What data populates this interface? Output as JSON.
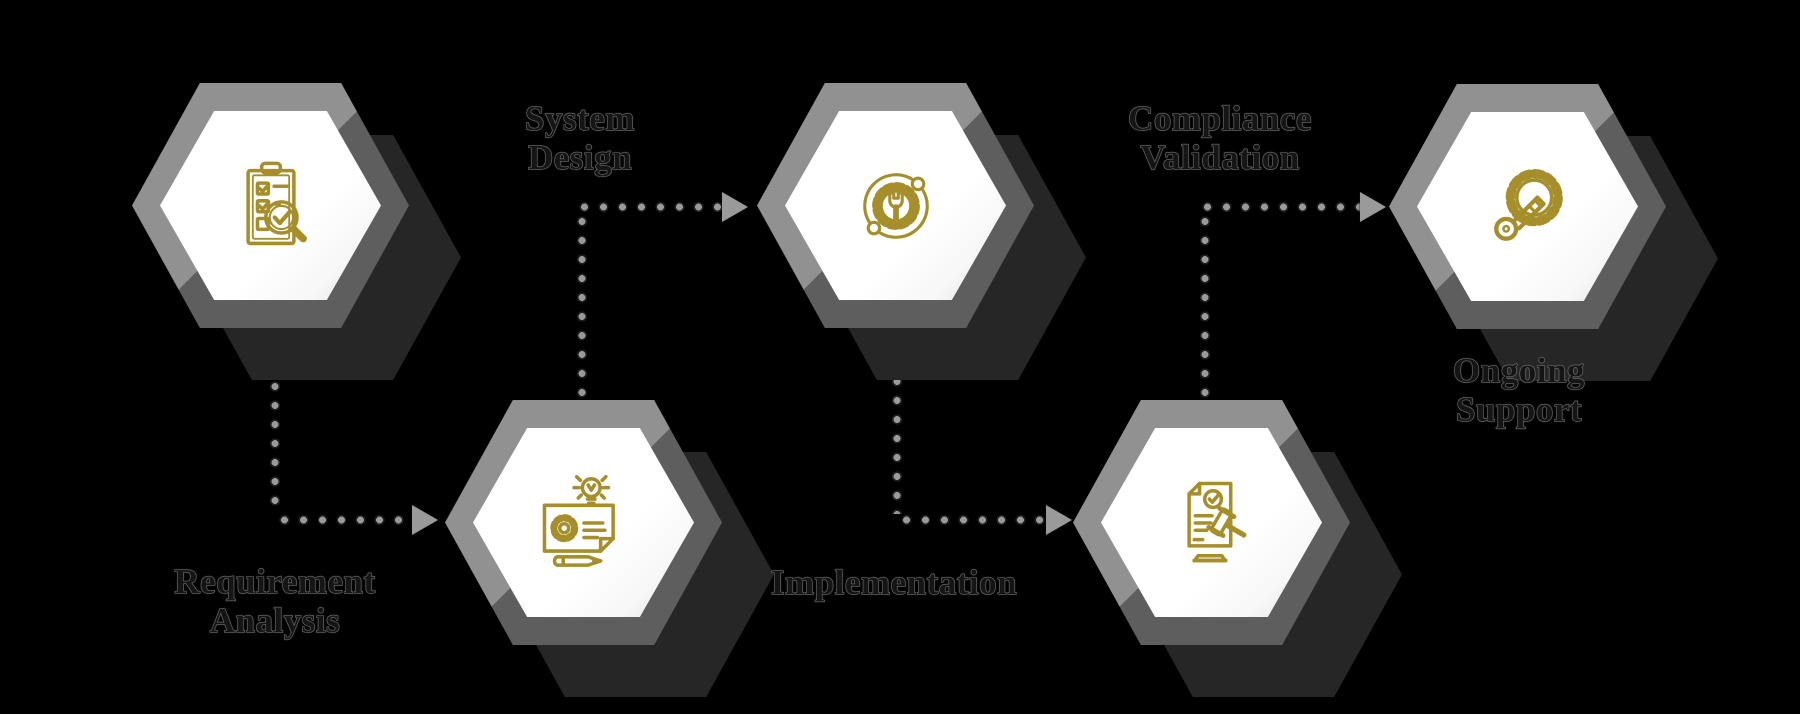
{
  "diagram": {
    "type": "process-flow",
    "step_count": 5,
    "flow_order": [
      "Requirement Analysis",
      "System Design",
      "Implementation",
      "Compliance Validation",
      "Ongoing Support"
    ]
  },
  "colors": {
    "background": "#000000",
    "gold": "#a68f2b",
    "hex_ring_light": "#919191",
    "hex_ring_dark": "#5e5e5e",
    "hex_inner": "#ffffff",
    "shadow": "#262626",
    "dot_core": "#9a9a9a",
    "dot_ring": "#1f1f1f",
    "label_fill": "#151515",
    "label_stroke": "#6e6e6e"
  },
  "steps": [
    {
      "index": 1,
      "label_lines": [
        "Requirement",
        "Analysis"
      ],
      "icon": "checklist-magnifier-icon"
    },
    {
      "index": 2,
      "label_lines": [
        "System",
        "Design"
      ],
      "icon": "design-blueprint-icon"
    },
    {
      "index": 3,
      "label_lines": [
        "Implementation"
      ],
      "icon": "gear-wrench-orbit-icon"
    },
    {
      "index": 4,
      "label_lines": [
        "Compliance",
        "Validation"
      ],
      "icon": "document-gavel-icon"
    },
    {
      "index": 5,
      "label_lines": [
        "Ongoing",
        "Support"
      ],
      "icon": "gear-key-icon"
    }
  ]
}
